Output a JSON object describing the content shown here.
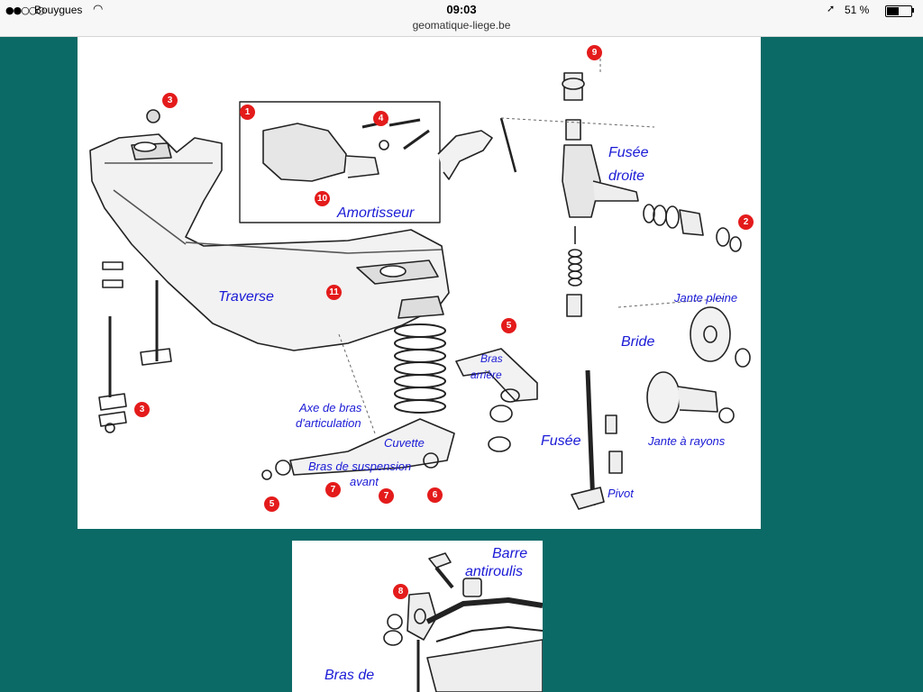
{
  "status_bar": {
    "signal": "●●○○○",
    "carrier": "Bouygues",
    "wifi_icon": "wifi-icon",
    "time": "09:03",
    "url": "geomatique-liege.be",
    "location_icon": "location-arrow-icon",
    "battery_percent": "51 %",
    "battery_level": 0.51
  },
  "diagram": {
    "labels": {
      "fusee_droite_1": "Fusée",
      "fusee_droite_2": "droite",
      "amortisseur": "Amortisseur",
      "traverse": "Traverse",
      "jante_pleine": "Jante pleine",
      "bride": "Bride",
      "bras_arriere_1": "Bras",
      "bras_arriere_2": "arrière",
      "axe_bras_1": "Axe de bras",
      "axe_bras_2": "d'articulation",
      "cuvette": "Cuvette",
      "bras_suspension_1": "Bras de suspension",
      "bras_suspension_2": "avant",
      "fusee": "Fusée",
      "jante_rayons": "Jante à rayons",
      "pivot": "Pivot"
    },
    "markers": {
      "m1": "1",
      "m2": "2",
      "m3a": "3",
      "m3b": "3",
      "m4": "4",
      "m5a": "5",
      "m5b": "5",
      "m6": "6",
      "m7a": "7",
      "m7b": "7",
      "m9": "9",
      "m10": "10",
      "m11": "11"
    }
  },
  "subdiagram": {
    "labels": {
      "barre_1": "Barre",
      "barre_2": "antiroulis",
      "bras_de": "Bras de"
    },
    "markers": {
      "m8": "8"
    }
  }
}
